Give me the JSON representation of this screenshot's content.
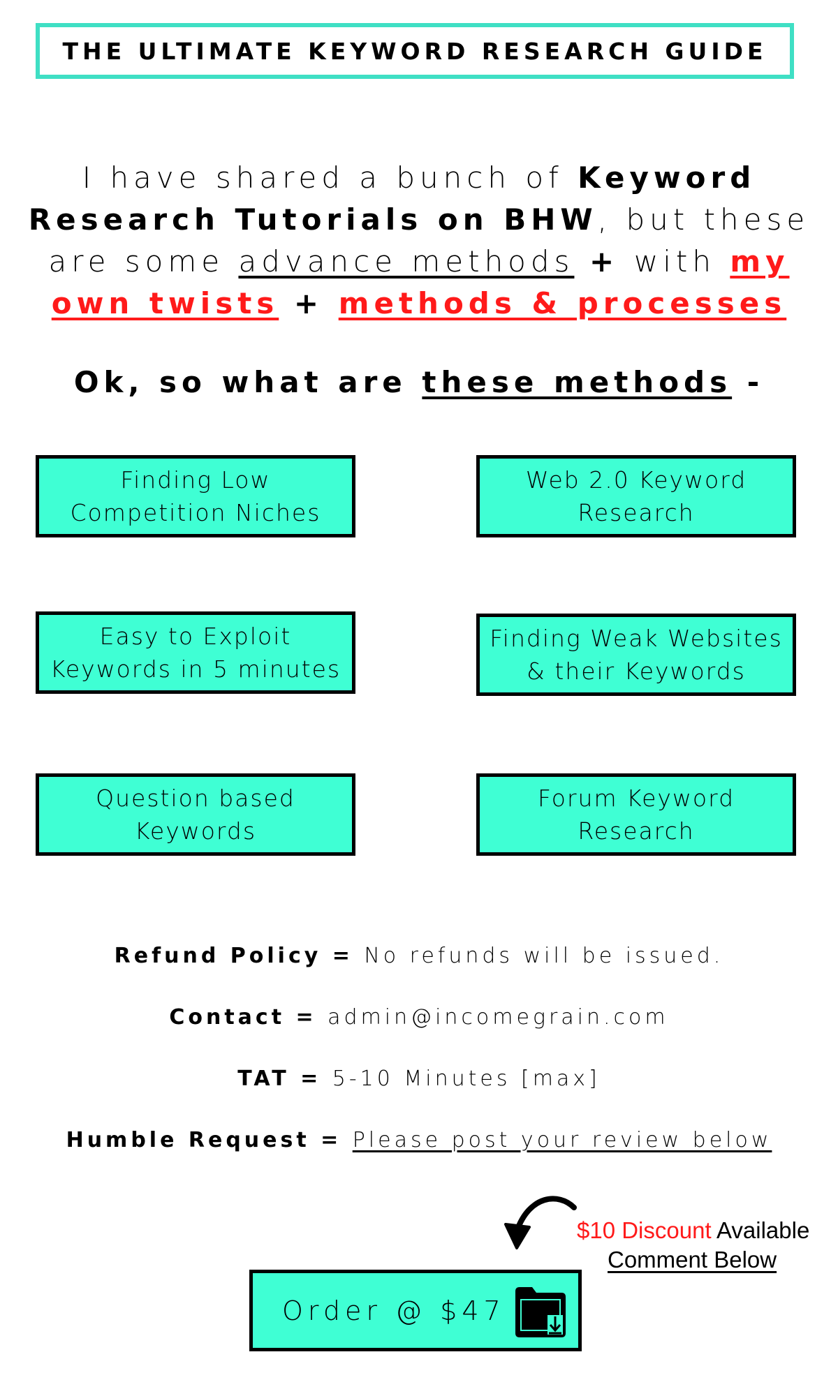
{
  "header": {
    "title": "THE ULTIMATE KEYWORD RESEARCH GUIDE"
  },
  "intro": {
    "part1": "I have shared a bunch of ",
    "part2_bold": "Keyword Research Tutorials on BHW",
    "part3": ", but these are some ",
    "part4_underlined": "advance methods",
    "part5_plus": " + ",
    "part6": "with ",
    "part7_red": "my own twists",
    "part8_plus": " + ",
    "part9_red": " methods & processes"
  },
  "subheading": {
    "prefix": "Ok, so what are ",
    "underlined": "these methods",
    "suffix": " -"
  },
  "methods": [
    {
      "label": "Finding Low Competition Niches"
    },
    {
      "label": "Web 2.0 Keyword Research"
    },
    {
      "label": "Easy to Exploit Keywords in 5 minutes"
    },
    {
      "label": "Finding Weak Websites & their Keywords"
    },
    {
      "label": "Question based Keywords"
    },
    {
      "label": "Forum Keyword Research"
    }
  ],
  "info": {
    "refund_key": "Refund Policy = ",
    "refund_value": "No refunds will be issued.",
    "contact_key": "Contact = ",
    "contact_value": "admin@incomegrain.com",
    "tat_key": "TAT = ",
    "tat_value": "5-10 Minutes [max]",
    "request_key": "Humble Request = ",
    "request_value": "Please post your review below"
  },
  "discount": {
    "red_text": "$10 Discount",
    "text": " Available",
    "comment": "Comment Below"
  },
  "order": {
    "label": "Order @ $47"
  },
  "colors": {
    "accent": "#3fffd4",
    "header_border": "#3fdfc4",
    "highlight_red": "#ff1a1a"
  },
  "icons": {
    "arrow": "curved-arrow-icon",
    "order": "folder-download-icon"
  }
}
